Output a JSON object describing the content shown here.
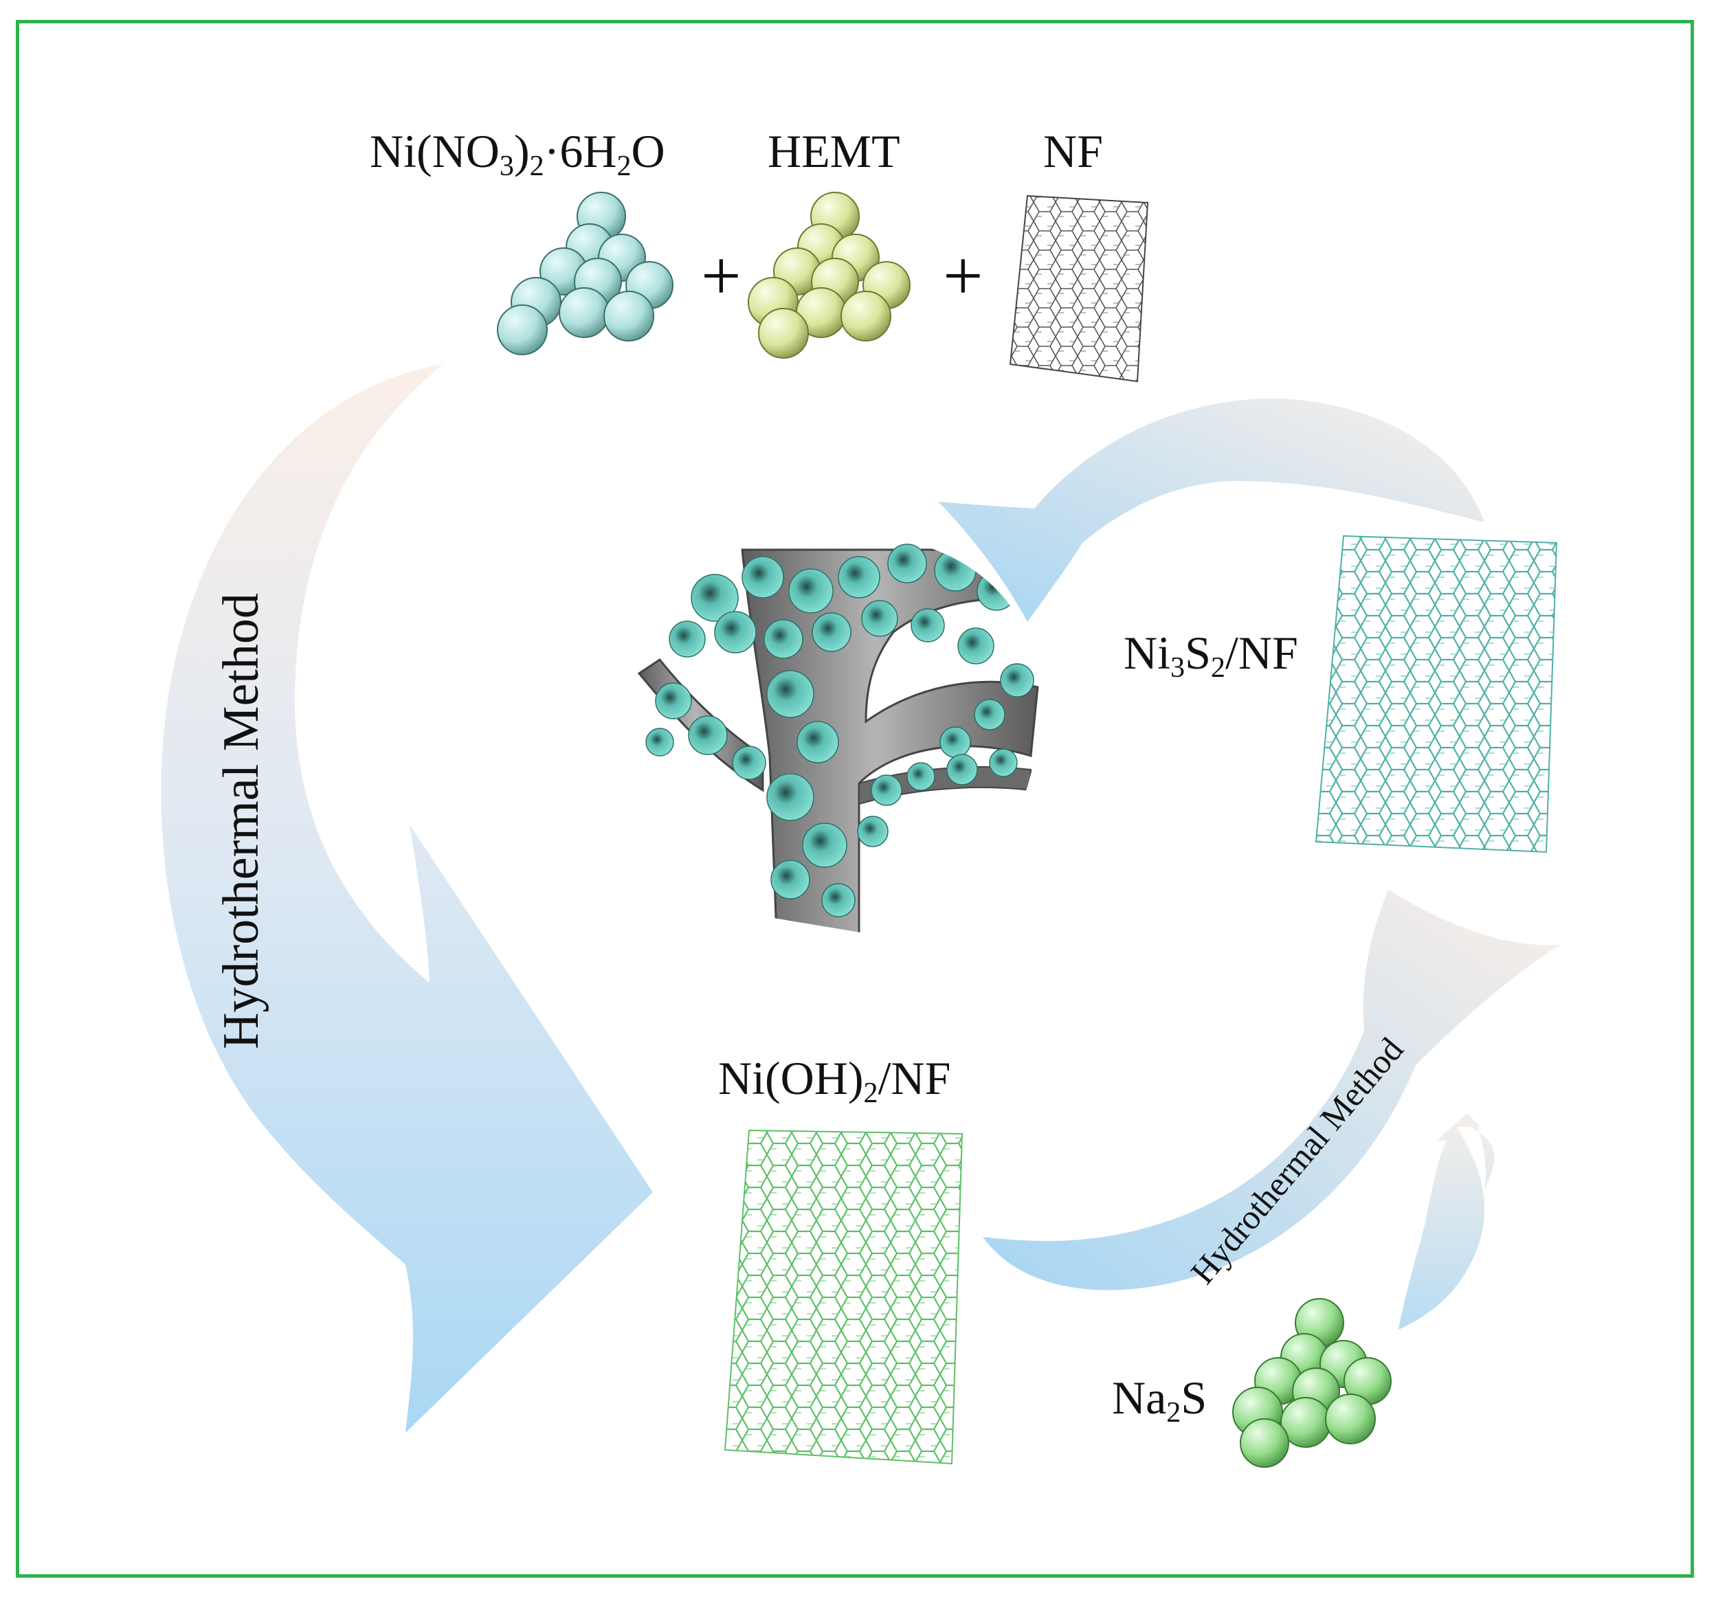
{
  "reactants": {
    "nickel_nitrate": {
      "main": "Ni(NO",
      "sub1": "3",
      "mid": ")",
      "sub2": "2",
      "tail": "·6H",
      "sub3": "2",
      "end": "O",
      "color": "#a9dcd8"
    },
    "hemt": {
      "label": "HEMT",
      "color": "#d8e39a"
    },
    "nf": {
      "label": "NF",
      "color": "#6e6e6e"
    },
    "plus": "+"
  },
  "steps": {
    "left_arrow": {
      "label": "Hydrothermal Method"
    },
    "right_arrow": {
      "label": "Hydrothermal Method"
    }
  },
  "products": {
    "nickel_hydroxide": {
      "main": "Ni(OH)",
      "sub": "2",
      "tail": "/NF",
      "color": "#7ccf86"
    },
    "nickel_sulfide": {
      "main": "Ni",
      "sub1": "3",
      "mid": "S",
      "sub2": "2",
      "tail": "/NF",
      "color": "#5fb8b0"
    },
    "sodium_sulfide": {
      "main": "Na",
      "sub": "2",
      "tail": "S",
      "color": "#8fdc86"
    }
  },
  "colors": {
    "frame": "#2db34a",
    "arrow_top": "#fbeee6",
    "arrow_bottom": "#a8d6f3",
    "foam_gray": "#8a8a8a",
    "particle": "#6fd1c4"
  }
}
